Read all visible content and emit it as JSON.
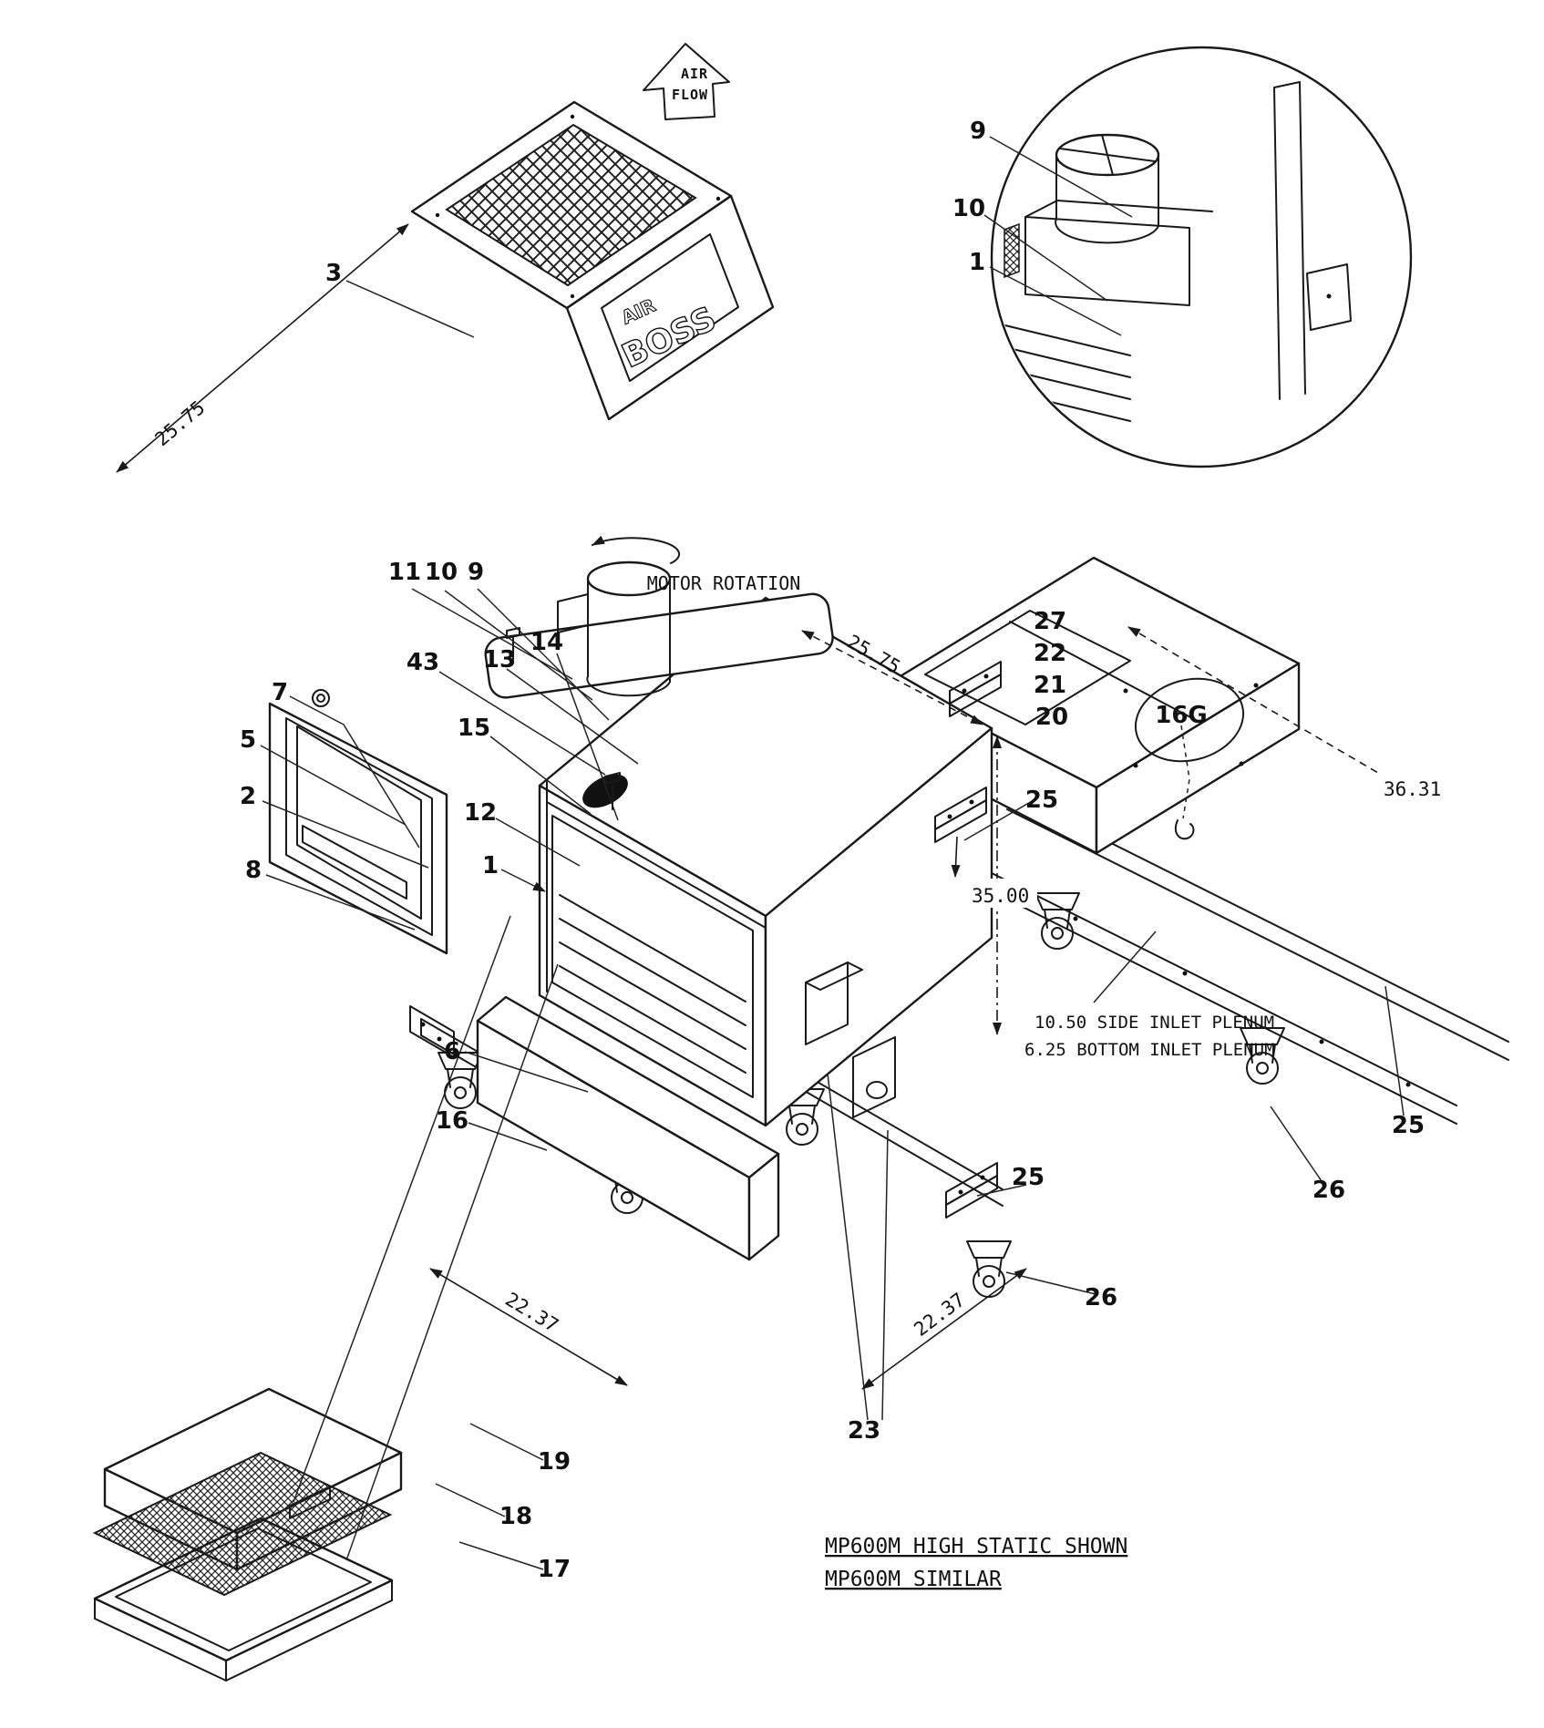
{
  "figure": {
    "background": "#ffffff",
    "line_color": "#191919"
  },
  "labels": {
    "air_flow_line1": "AIR",
    "air_flow_line2": "FLOW",
    "motor_rotation": "MOTOR ROTATION",
    "logo_line1": "AIR",
    "logo_line2": "BOSS",
    "inlet_note_line1": "10.50 SIDE INLET PLENUM",
    "inlet_note_line2": "6.25 BOTTOM INLET PLENUM",
    "footer_line1": "MP600M HIGH STATIC SHOWN",
    "footer_line2": "MP600M SIMILAR"
  },
  "dimensions": {
    "top_panel_width": "25.75",
    "cabinet_top_depth": "25.75",
    "cabinet_height": "35.00",
    "rail_length": "36.31",
    "base_left": "22.37",
    "base_right": "22.37"
  },
  "callouts": {
    "c3": "3",
    "c11": "11",
    "c10": "10",
    "c9": "9",
    "c43": "43",
    "c13": "13",
    "c14": "14",
    "c15": "15",
    "c7": "7",
    "c5": "5",
    "c2": "2",
    "c8": "8",
    "c12": "12",
    "c1": "1",
    "c6": "6",
    "c16": "16",
    "c27": "27",
    "c22": "22",
    "c21": "21",
    "c20": "20",
    "c25_side": "25",
    "detail_9": "9",
    "detail_10": "10",
    "detail_1": "1",
    "c16g": "16G",
    "c25_rail": "25",
    "c26_rail": "26",
    "c25_base": "25",
    "c26_base": "26",
    "c23": "23",
    "c19": "19",
    "c18": "18",
    "c17": "17"
  }
}
